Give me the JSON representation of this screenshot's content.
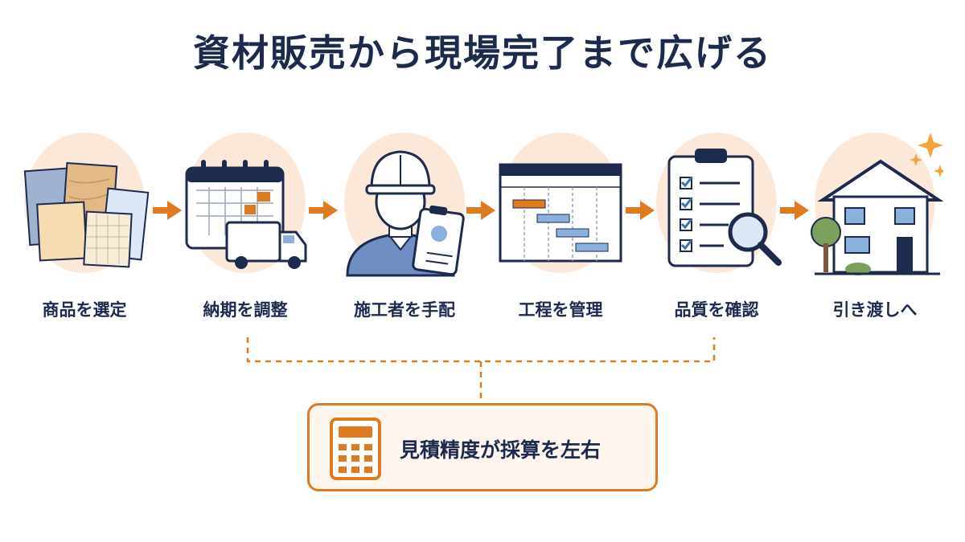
{
  "title": "資材販売から現場完了まで広げる",
  "steps": [
    {
      "label": "商品を選定",
      "icon": "material-samples-icon"
    },
    {
      "label": "納期を調整",
      "icon": "calendar-truck-icon"
    },
    {
      "label": "施工者を手配",
      "icon": "worker-badge-icon"
    },
    {
      "label": "工程を管理",
      "icon": "gantt-chart-icon"
    },
    {
      "label": "品質を確認",
      "icon": "checklist-magnifier-icon"
    },
    {
      "label": "引き渡しへ",
      "icon": "house-sparkle-icon"
    }
  ],
  "note": {
    "text": "見積精度が採算を左右",
    "icon": "calculator-icon"
  },
  "colors": {
    "navy": "#1c2a4d",
    "orange": "#e07a1f",
    "peach": "#fbe8d8",
    "blue": "#8ab0dc"
  }
}
